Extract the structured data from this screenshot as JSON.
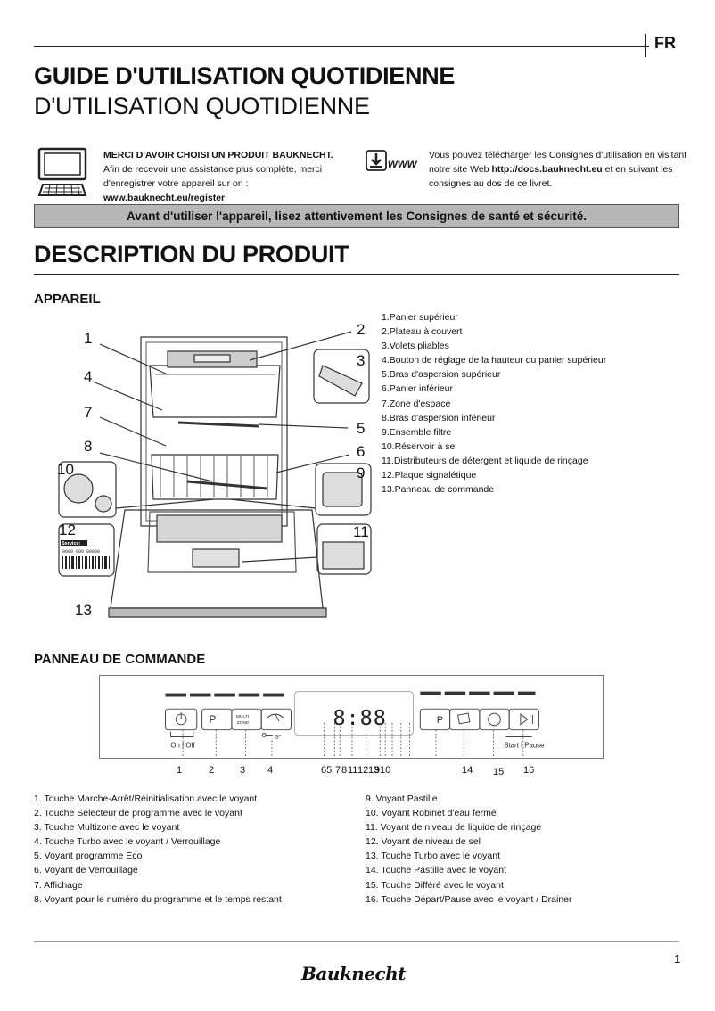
{
  "language": "FR",
  "title": "GUIDE D'UTILISATION QUOTIDIENNE",
  "subtitle": "D'UTILISATION QUOTIDIENNE",
  "intro": {
    "thanks_title": "MERCI D'AVOIR CHOISI UN PRODUIT BAUKNECHT.",
    "thanks_text": "Afin de recevoir une assistance plus complète, merci d'enregistrer votre appareil sur on :",
    "register_url": "www.bauknecht.eu/register",
    "www_label": "www",
    "download_text_1": "Vous pouvez télécharger les Consignes d'utilisation en visitant notre site Web ",
    "docs_url": "http://docs.bauknecht.eu",
    "download_text_2": " et en suivant les consignes au dos de ce livret."
  },
  "warning": "Avant d'utiliser l'appareil, lisez attentivement les Consignes de santé et sécurité.",
  "description_title": "DESCRIPTION DU PRODUIT",
  "appareil": {
    "heading": "APPAREIL",
    "callouts": [
      "1",
      "2",
      "3",
      "4",
      "5",
      "6",
      "7",
      "8",
      "9",
      "10",
      "11",
      "12",
      "13"
    ],
    "service_label": "Service:",
    "service_code": "0000 000 00000",
    "parts": [
      "1.Panier supérieur",
      "2.Plateau à couvert",
      "3.Volets pliables",
      "4.Bouton de réglage de la hauteur du panier supérieur",
      "5.Bras d'aspersion supérieur",
      "6.Panier inférieur",
      "7.Zone d'espace",
      "8.Bras d'aspersion inférieur",
      "9.Ensemble filtre",
      "10.Réservoir à sel",
      "11.Distributeurs de détergent et liquide de rinçage",
      "12.Plaque signalétique",
      "13.Panneau de commande"
    ]
  },
  "panneau": {
    "heading": "PANNEAU DE COMMANDE",
    "on_off": "On I Off",
    "p_label": "P",
    "multi_label": "MULTI",
    "zone_label": "ZONE",
    "lock_time": "3\"",
    "display_digits": "8:88",
    "start_pause": "Start I Pause",
    "numbers": [
      "1",
      "2",
      "3",
      "4",
      "65",
      "7",
      "8",
      "11",
      "12",
      "13",
      "9",
      "10",
      "14",
      "15",
      "16"
    ]
  },
  "legend_left": [
    "1. Touche Marche-Arrêt/Réinitialisation avec le voyant",
    "2. Touche Sélecteur de programme avec le voyant",
    "3. Touche Multizone avec le voyant",
    "4. Touche Turbo avec le voyant / Verrouillage",
    "5. Voyant programme Éco",
    "6. Voyant de Verrouillage",
    "7. Affichage",
    "8. Voyant pour le numéro du programme et le temps restant"
  ],
  "legend_right": [
    "9. Voyant Pastille",
    "10. Voyant Robinet d'eau fermé",
    "11. Voyant de niveau de liquide de rinçage",
    "12.  Voyant de niveau de sel",
    "13. Touche Turbo avec le voyant",
    "14. Touche Pastille avec le voyant",
    "15. Touche Différé avec le voyant",
    "16. Touche Départ/Pause avec le voyant / Drainer"
  ],
  "page_number": "1",
  "brand": "Bauknecht"
}
